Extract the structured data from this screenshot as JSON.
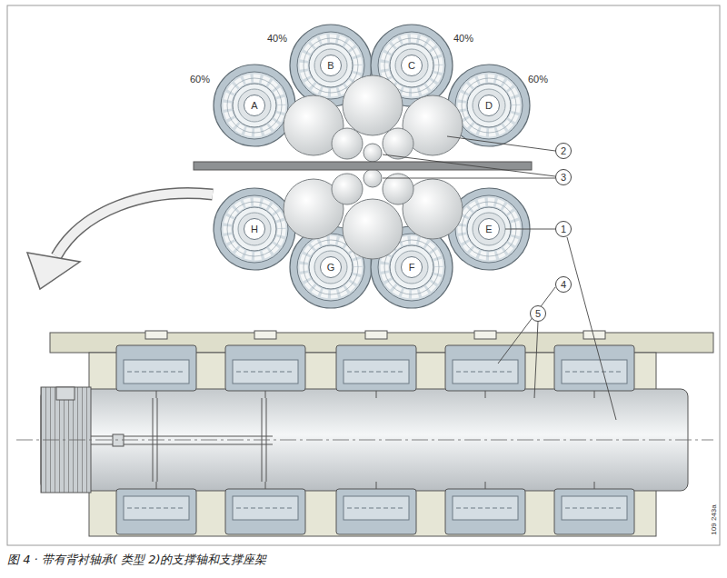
{
  "diagram": {
    "caption": "图 4 · 带有背衬轴承( 类型 2)的支撑轴和支撑座架",
    "nodes": [
      {
        "text": [
          "B"
        ]
      },
      {
        "text": [
          "C"
        ]
      },
      {
        "text": [
          "A"
        ]
      },
      {
        "text": [
          "D"
        ]
      },
      {
        "text": [
          "2"
        ]
      },
      {
        "text": [
          "3"
        ]
      },
      {
        "text": [
          "H"
        ]
      },
      {
        "text": [
          "E"
        ]
      },
      {
        "text": [
          "1"
        ]
      },
      {
        "text": [
          "G"
        ]
      },
      {
        "text": [
          "F"
        ]
      },
      {
        "text": [
          "4"
        ]
      },
      {
        "text": [
          "5"
        ]
      }
    ],
    "labels": [
      "40%",
      "40%",
      "60%",
      "60%",
      "109 243a"
    ]
  }
}
